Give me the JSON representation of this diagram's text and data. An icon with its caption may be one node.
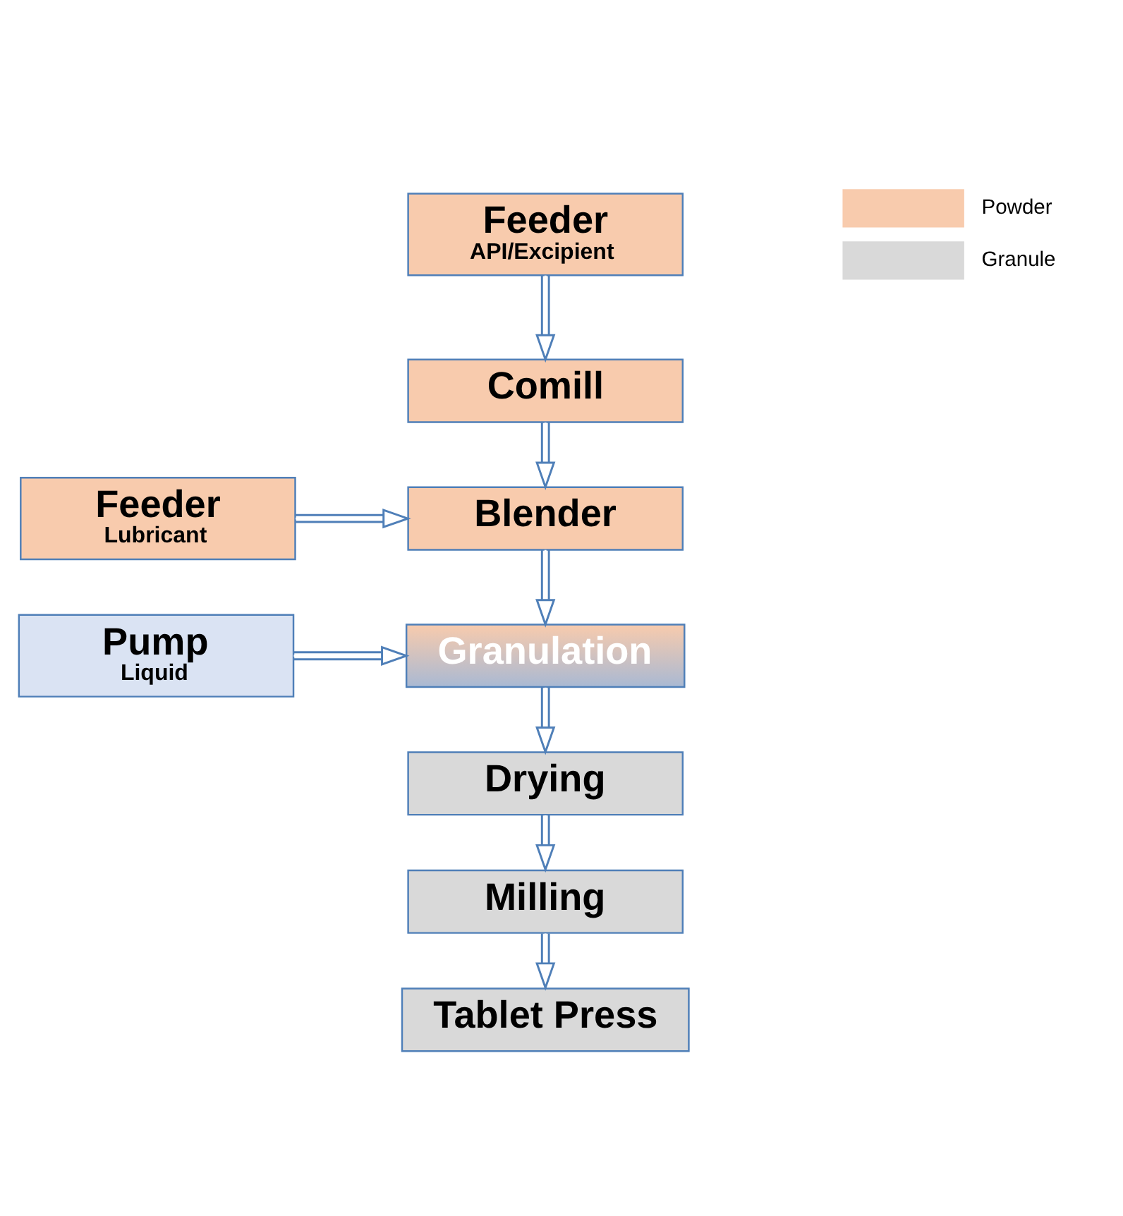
{
  "diagram": {
    "nodes": [
      {
        "text": [
          "Feeder",
          "API/Excipient"
        ]
      },
      {
        "text": [
          "Comill"
        ]
      },
      {
        "text": [
          "Feeder",
          "Lubricant"
        ]
      },
      {
        "text": [
          "Blender"
        ]
      },
      {
        "text": [
          "Pump",
          "Liquid"
        ]
      },
      {
        "text": [
          "Granulation"
        ]
      },
      {
        "text": [
          "Drying"
        ]
      },
      {
        "text": [
          "Milling"
        ]
      },
      {
        "text": [
          "Tablet Press"
        ]
      }
    ],
    "edges": [
      {
        "from": 0,
        "to": 1,
        "arrow": "to"
      },
      {
        "from": 1,
        "to": 3,
        "arrow": "to"
      },
      {
        "from": 2,
        "to": 3,
        "arrow": "to"
      },
      {
        "from": 3,
        "to": 5,
        "arrow": "to"
      },
      {
        "from": 4,
        "to": 5,
        "arrow": "to"
      },
      {
        "from": 5,
        "to": 6,
        "arrow": "to"
      },
      {
        "from": 6,
        "to": 7,
        "arrow": "to"
      },
      {
        "from": 7,
        "to": 8,
        "arrow": "to"
      }
    ],
    "legend": [
      {
        "text": "Powder",
        "color": "#f8cbad"
      },
      {
        "text": "Granule",
        "color": "#d9d9d9"
      }
    ]
  }
}
